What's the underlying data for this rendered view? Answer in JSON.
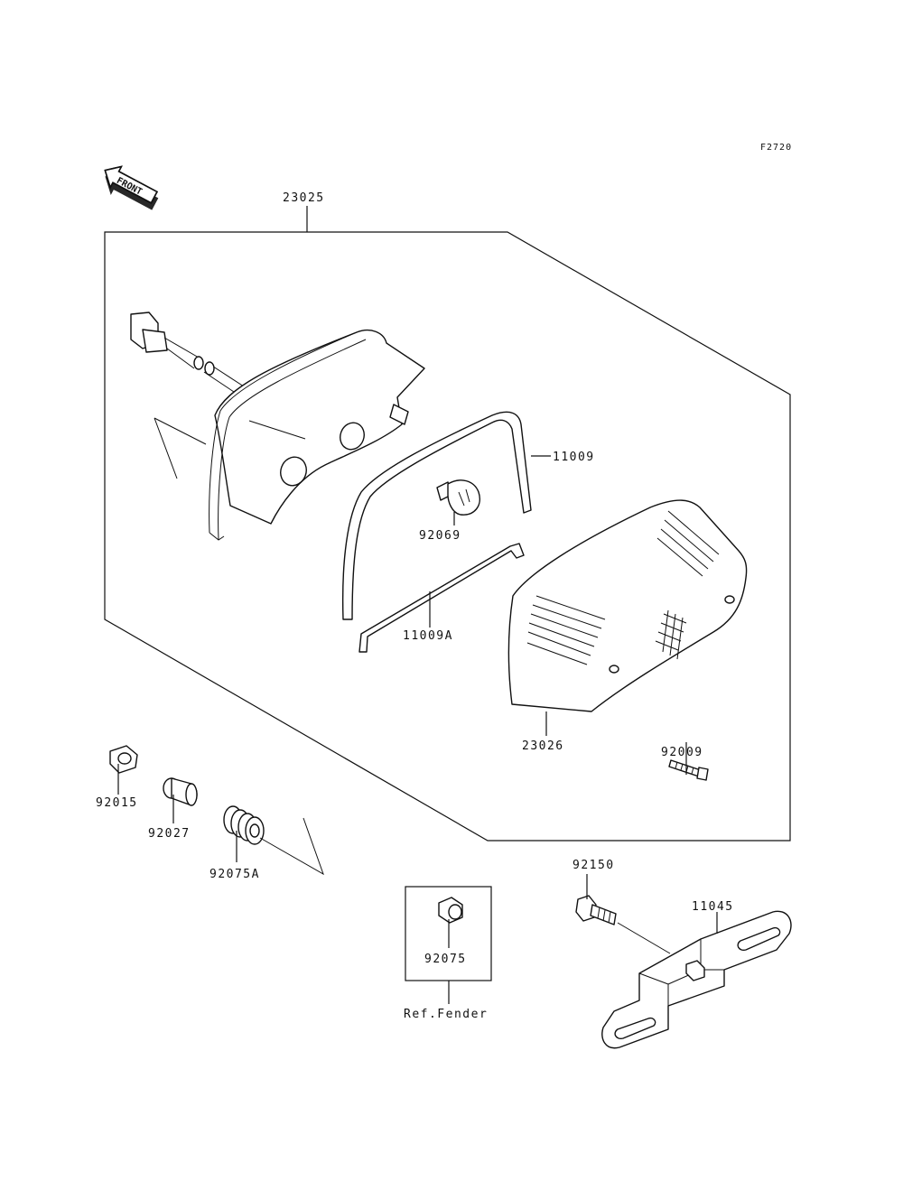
{
  "diagram_id": "F2720",
  "front_label": "FRONT",
  "parts": {
    "p23025": "23025",
    "p11009": "11009",
    "p92069": "92069",
    "p11009A": "11009A",
    "p23026": "23026",
    "p92009": "92009",
    "p92015": "92015",
    "p92027": "92027",
    "p92075A": "92075A",
    "p92075": "92075",
    "p92150": "92150",
    "p11045": "11045"
  },
  "ref_fender": "Ref.Fender"
}
